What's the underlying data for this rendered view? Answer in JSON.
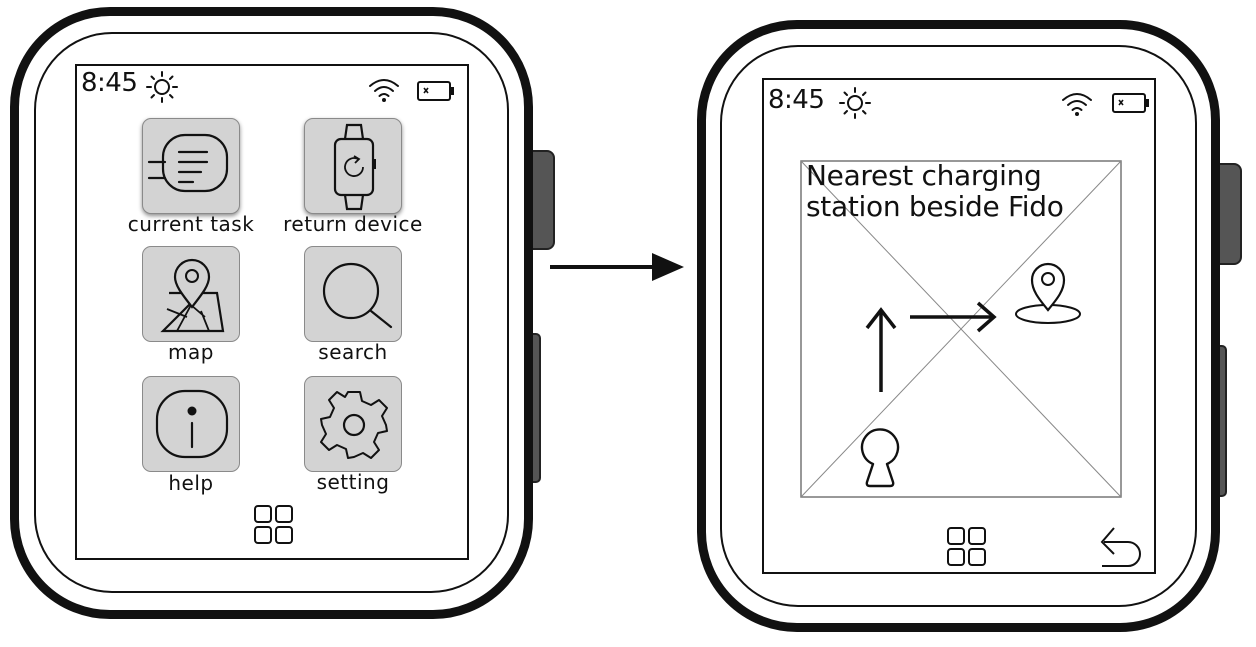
{
  "left_watch": {
    "status": {
      "time": "8:45"
    },
    "apps": [
      {
        "label": "current task",
        "icon": "list-icon"
      },
      {
        "label": "return device",
        "icon": "watch-return-icon"
      },
      {
        "label": "map",
        "icon": "map-icon"
      },
      {
        "label": "search",
        "icon": "search-icon"
      },
      {
        "label": "help",
        "icon": "info-icon"
      },
      {
        "label": "setting",
        "icon": "gear-icon"
      }
    ]
  },
  "right_watch": {
    "status": {
      "time": "8:45"
    },
    "map": {
      "message": [
        "Nearest charging",
        "station beside Fido"
      ]
    }
  },
  "colors": {
    "tile_fill": "#d3d3d3",
    "outline": "#111111",
    "side_button": "#555555"
  }
}
